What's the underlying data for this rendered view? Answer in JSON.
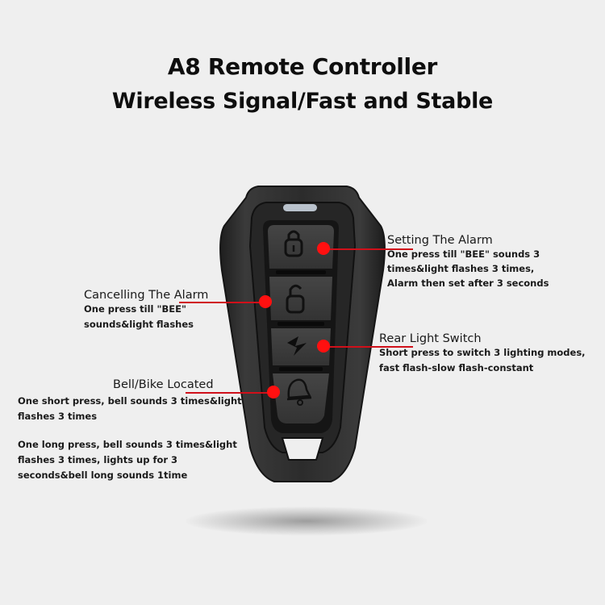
{
  "header": {
    "title": "A8 Remote Controller",
    "subtitle": "Wireless Signal/Fast and Stable"
  },
  "product": {
    "name": "A8 Remote Controller",
    "buttons": [
      {
        "icon": "lock-icon",
        "function": "Setting The Alarm"
      },
      {
        "icon": "unlock-icon",
        "function": "Cancelling The Alarm"
      },
      {
        "icon": "lightning-icon",
        "function": "Rear Light Switch"
      },
      {
        "icon": "bell-icon",
        "function": "Bell/Bike Located"
      }
    ],
    "colors": {
      "body": "#2b2b2b",
      "button": "#3a3a3a",
      "indicator": "#b9c2cc",
      "marker": "#ff1010"
    }
  },
  "callouts": {
    "setting_alarm": {
      "title": "Setting The Alarm",
      "lines": [
        "One press till \"BEE\" sounds 3",
        "times&light flashes 3 times,",
        "Alarm then set after 3 seconds"
      ]
    },
    "cancelling_alarm": {
      "title": "Cancelling The Alarm",
      "lines": [
        "One press till \"BEE\"",
        "sounds&light flashes"
      ]
    },
    "rear_light": {
      "title": "Rear Light Switch",
      "lines": [
        "Short press to switch 3 lighting modes,",
        "fast flash-slow flash-constant"
      ]
    },
    "bell_located": {
      "title": "Bell/Bike Located",
      "short_press": [
        "One short press, bell sounds 3 times&light",
        "flashes 3 times"
      ],
      "long_press": [
        "One long press, bell sounds 3 times&light",
        "flashes 3 times, lights up for 3",
        "seconds&bell long sounds 1time"
      ]
    }
  }
}
